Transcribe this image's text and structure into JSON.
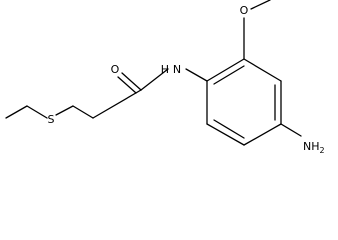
{
  "molecule": {
    "atom_labels": {
      "oxygen_carbonyl": "O",
      "oxygen_methoxy": "O",
      "nitrogen_amide": "N",
      "hydrogen_amide": "H",
      "sulfur": "S",
      "amino_nitrogen": "NH",
      "amino_subscript": "2"
    }
  }
}
